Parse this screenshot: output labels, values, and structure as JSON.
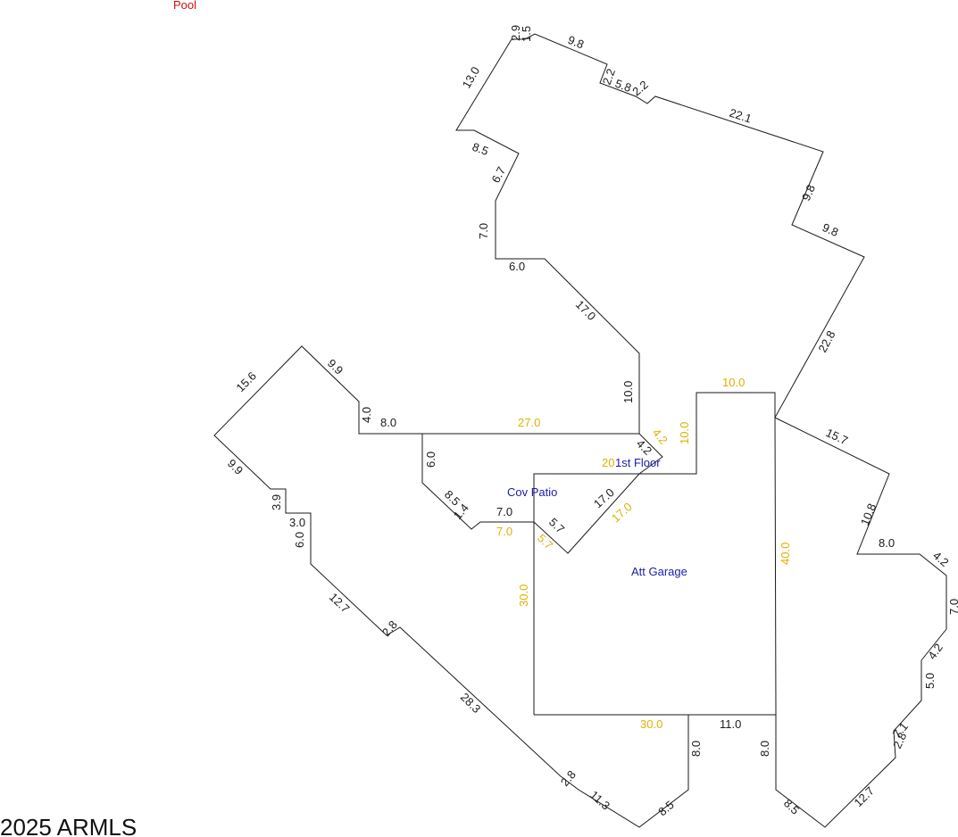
{
  "pool_label": "Pool",
  "rooms": {
    "cov_patio": "Cov Patio",
    "first_floor": "1st Floor",
    "att_garage": "Att Garage",
    "overlap_text": "20"
  },
  "copyright": "2025 ARMLS",
  "colors": {
    "outline": "#1a1a1a",
    "dimension_black": "#1a1a1a",
    "dimension_yellow": "#e0b000",
    "room_label": "#1c1ca8",
    "pool_label": "#d01010"
  },
  "dimensions_black": [
    "2.9",
    "1.5",
    "9.8",
    "2.2",
    "5.8",
    "2.2",
    "22.1",
    "13.0",
    "8.5",
    "6.7",
    "9.8",
    "9.8",
    "7.0",
    "6.0",
    "17.0",
    "22.8",
    "10.0",
    "15.6",
    "9.9",
    "4.0",
    "8.0",
    "9.9",
    "6.0",
    "8.5",
    "1.4",
    "7.0",
    "4.2",
    "17.0",
    "5.7",
    "3.9",
    "3.0",
    "6.0",
    "12.7",
    "2.8",
    "28.3",
    "15.7",
    "10.8",
    "8.0",
    "4.2",
    "7.0",
    "4.2",
    "5.0",
    "7.1",
    "2.8",
    "11.0",
    "8.0",
    "8.0",
    "2.8",
    "11.3",
    "8.5",
    "8.5",
    "12.7"
  ],
  "dimensions_yellow": [
    "10.0",
    "27.0",
    "4.2",
    "10.0",
    "17.0",
    "7.0",
    "5.7",
    "30.0",
    "40.0",
    "30.0"
  ]
}
